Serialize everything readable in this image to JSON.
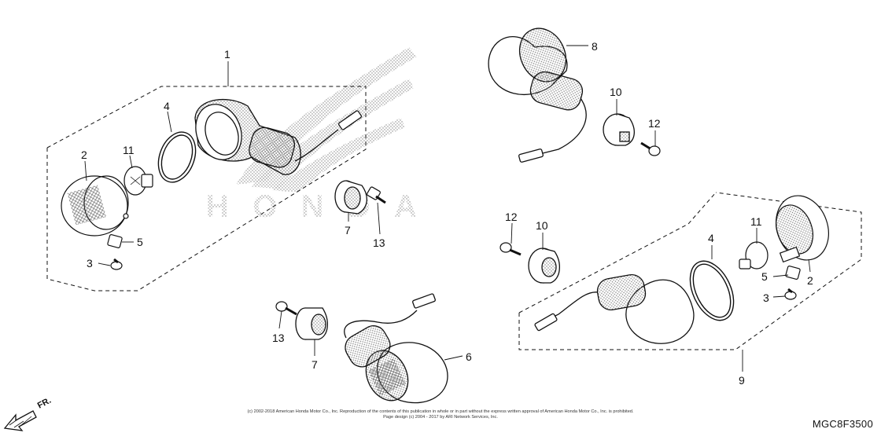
{
  "diagram": {
    "callouts": {
      "c1": "1",
      "c2a": "2",
      "c2b": "2",
      "c3a": "3",
      "c3b": "3",
      "c4a": "4",
      "c4b": "4",
      "c5a": "5",
      "c5b": "5",
      "c6": "6",
      "c7a": "7",
      "c7b": "7",
      "c8": "8",
      "c9": "9",
      "c10a": "10",
      "c10b": "10",
      "c11a": "11",
      "c11b": "11",
      "c12a": "12",
      "c12b": "12",
      "c13a": "13",
      "c13b": "13"
    },
    "direction_label": "FR.",
    "watermark": "HONDA",
    "part_code": "MGC8F3500",
    "copyright_line1": "(c) 2002-2018 American Honda Motor Co., Inc. Reproduction of the contents of this publication in whole or in part without the express written approval of American Honda Motor Co., Inc. is prohibited.",
    "copyright_line2": "Page design (c) 2004 - 2017 by ARI Network Services, Inc."
  },
  "colors": {
    "line": "#111111",
    "stipple": "#888888",
    "paper": "#ffffff"
  }
}
